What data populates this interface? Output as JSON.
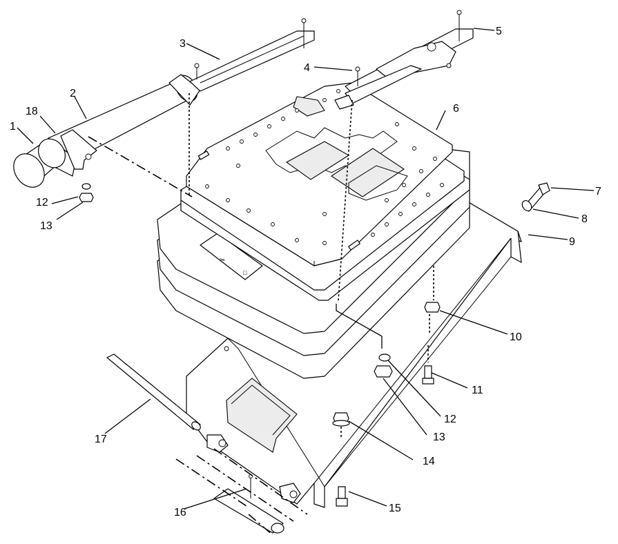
{
  "diagram": {
    "callouts": [
      {
        "id": "c1",
        "label": "1"
      },
      {
        "id": "c2",
        "label": "2"
      },
      {
        "id": "c3",
        "label": "3"
      },
      {
        "id": "c4",
        "label": "4"
      },
      {
        "id": "c5",
        "label": "5"
      },
      {
        "id": "c6",
        "label": "6"
      },
      {
        "id": "c7",
        "label": "7"
      },
      {
        "id": "c8",
        "label": "8"
      },
      {
        "id": "c9",
        "label": "9"
      },
      {
        "id": "c10",
        "label": "10"
      },
      {
        "id": "c11",
        "label": "11"
      },
      {
        "id": "c12a",
        "label": "12"
      },
      {
        "id": "c12b",
        "label": "12"
      },
      {
        "id": "c13a",
        "label": "13"
      },
      {
        "id": "c13b",
        "label": "13"
      },
      {
        "id": "c14",
        "label": "14"
      },
      {
        "id": "c15",
        "label": "15"
      },
      {
        "id": "c16",
        "label": "16"
      },
      {
        "id": "c17",
        "label": "17"
      },
      {
        "id": "c18",
        "label": "18"
      }
    ]
  }
}
